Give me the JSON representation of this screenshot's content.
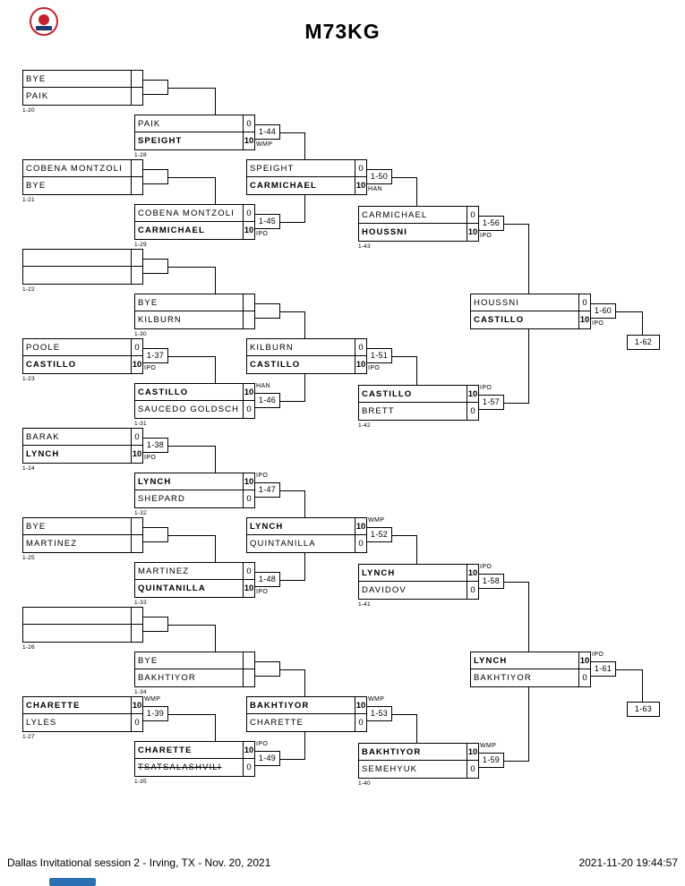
{
  "title": "M73KG",
  "footer": {
    "left": "Dallas Invitational session 2 - Irving, TX - Nov. 20, 2021",
    "right": "2021-11-20 19:44:57"
  },
  "colors": {
    "line": "#000000",
    "footer_bar": "#2c70b4",
    "logo_red": "#c3222b",
    "logo_navy": "#1d3a6e"
  },
  "bracket": {
    "rounds": [
      {
        "round": 1,
        "matches": [
          {
            "slot_label": "1-20",
            "top": {
              "name": "BYE"
            },
            "bottom": {
              "name": "PAIK"
            }
          },
          {
            "slot_label": "1-21",
            "top": {
              "name": "COBENA MONTZOLI"
            },
            "bottom": {
              "name": "BYE"
            }
          },
          {
            "slot_label": "1-22",
            "top": {
              "name": ""
            },
            "bottom": {
              "name": ""
            }
          },
          {
            "slot_label": "1-23",
            "number": "1-37",
            "win_type": "IPO",
            "win_pos": "below",
            "top": {
              "name": "POOLE",
              "score": "0"
            },
            "bottom": {
              "name": "CASTILLO",
              "score": "10",
              "winner": true
            }
          },
          {
            "slot_label": "1-24",
            "number": "1-38",
            "win_type": "IPO",
            "win_pos": "below",
            "top": {
              "name": "BARAK",
              "score": "0"
            },
            "bottom": {
              "name": "LYNCH",
              "score": "10",
              "winner": true
            }
          },
          {
            "slot_label": "1-25",
            "top": {
              "name": "BYE"
            },
            "bottom": {
              "name": "MARTINEZ"
            }
          },
          {
            "slot_label": "1-26",
            "top": {
              "name": ""
            },
            "bottom": {
              "name": ""
            }
          },
          {
            "slot_label": "1-27",
            "number": "1-39",
            "win_type": "WMP",
            "win_pos": "above",
            "top": {
              "name": "CHARETTE",
              "score": "10",
              "winner": true
            },
            "bottom": {
              "name": "LYLES",
              "score": "0"
            }
          }
        ]
      },
      {
        "round": 2,
        "matches": [
          {
            "slot_label": "1-28",
            "number": "1-44",
            "win_type": "WMP",
            "win_pos": "below",
            "top": {
              "name": "PAIK",
              "score": "0"
            },
            "bottom": {
              "name": "SPEIGHT",
              "score": "10",
              "winner": true
            }
          },
          {
            "slot_label": "1-29",
            "number": "1-45",
            "win_type": "IPO",
            "win_pos": "below",
            "top": {
              "name": "COBENA MONTZOLI",
              "score": "0"
            },
            "bottom": {
              "name": "CARMICHAEL",
              "score": "10",
              "winner": true
            }
          },
          {
            "slot_label": "1-30",
            "top": {
              "name": "BYE"
            },
            "bottom": {
              "name": "KILBURN"
            }
          },
          {
            "slot_label": "1-31",
            "number": "1-46",
            "win_type": "HAN",
            "win_pos": "above",
            "top": {
              "name": "CASTILLO",
              "score": "10",
              "winner": true
            },
            "bottom": {
              "name": "SAUCEDO GOLDSCH",
              "score": "0"
            }
          },
          {
            "slot_label": "1-32",
            "number": "1-47",
            "win_type": "IPO",
            "win_pos": "above",
            "top": {
              "name": "LYNCH",
              "score": "10",
              "winner": true
            },
            "bottom": {
              "name": "SHEPARD",
              "score": "0"
            }
          },
          {
            "slot_label": "1-33",
            "number": "1-48",
            "win_type": "IPO",
            "win_pos": "below",
            "top": {
              "name": "MARTINEZ",
              "score": "0"
            },
            "bottom": {
              "name": "QUINTANILLA",
              "score": "10",
              "winner": true
            }
          },
          {
            "slot_label": "1-34",
            "top": {
              "name": "BYE"
            },
            "bottom": {
              "name": "BAKHTIYOR"
            }
          },
          {
            "slot_label": "1-35",
            "number": "1-49",
            "win_type": "IPO",
            "win_pos": "above",
            "top": {
              "name": "CHARETTE",
              "score": "10",
              "winner": true
            },
            "bottom": {
              "name": "TSATSALASHVILI",
              "score": "0",
              "struck": true
            }
          }
        ]
      },
      {
        "round": 3,
        "matches": [
          {
            "number": "1-50",
            "win_type": "HAN",
            "win_pos": "below",
            "top": {
              "name": "SPEIGHT",
              "score": "0"
            },
            "bottom": {
              "name": "CARMICHAEL",
              "score": "10",
              "winner": true
            }
          },
          {
            "number": "1-51",
            "win_type": "IPO",
            "win_pos": "below",
            "top": {
              "name": "KILBURN",
              "score": "0"
            },
            "bottom": {
              "name": "CASTILLO",
              "score": "10",
              "winner": true
            }
          },
          {
            "number": "1-52",
            "win_type": "WMP",
            "win_pos": "above",
            "top": {
              "name": "LYNCH",
              "score": "10",
              "winner": true
            },
            "bottom": {
              "name": "QUINTANILLA",
              "score": "0"
            }
          },
          {
            "number": "1-53",
            "win_type": "WMP",
            "win_pos": "above",
            "top": {
              "name": "BAKHTIYOR",
              "score": "10",
              "winner": true
            },
            "bottom": {
              "name": "CHARETTE",
              "score": "0"
            }
          }
        ]
      },
      {
        "round": 4,
        "matches": [
          {
            "slot_label": "1-43",
            "number": "1-56",
            "win_type": "IPO",
            "win_pos": "below",
            "top": {
              "name": "CARMICHAEL",
              "score": "0"
            },
            "bottom": {
              "name": "HOUSSNI",
              "score": "10",
              "winner": true
            }
          },
          {
            "slot_label": "1-42",
            "number": "1-57",
            "win_type": "IPO",
            "win_pos": "above",
            "top": {
              "name": "CASTILLO",
              "score": "10",
              "winner": true
            },
            "bottom": {
              "name": "BRETT",
              "score": "0"
            }
          },
          {
            "slot_label": "1-41",
            "number": "1-58",
            "win_type": "IPO",
            "win_pos": "above",
            "top": {
              "name": "LYNCH",
              "score": "10",
              "winner": true
            },
            "bottom": {
              "name": "DAVIDOV",
              "score": "0"
            }
          },
          {
            "slot_label": "1-40",
            "number": "1-59",
            "win_type": "WMP",
            "win_pos": "above",
            "top": {
              "name": "BAKHTIYOR",
              "score": "10",
              "winner": true
            },
            "bottom": {
              "name": "SEMEHYUK",
              "score": "0"
            }
          }
        ]
      },
      {
        "round": 5,
        "matches": [
          {
            "number": "1-60",
            "win_type": "IPO",
            "win_pos": "below",
            "top": {
              "name": "HOUSSNI",
              "score": "0"
            },
            "bottom": {
              "name": "CASTILLO",
              "score": "10",
              "winner": true
            }
          },
          {
            "number": "1-61",
            "win_type": "IPO",
            "win_pos": "above",
            "top": {
              "name": "LYNCH",
              "score": "10",
              "winner": true
            },
            "bottom": {
              "name": "BAKHTIYOR",
              "score": "0"
            }
          }
        ]
      }
    ],
    "finals": [
      {
        "number": "1-62"
      },
      {
        "number": "1-63"
      }
    ]
  }
}
